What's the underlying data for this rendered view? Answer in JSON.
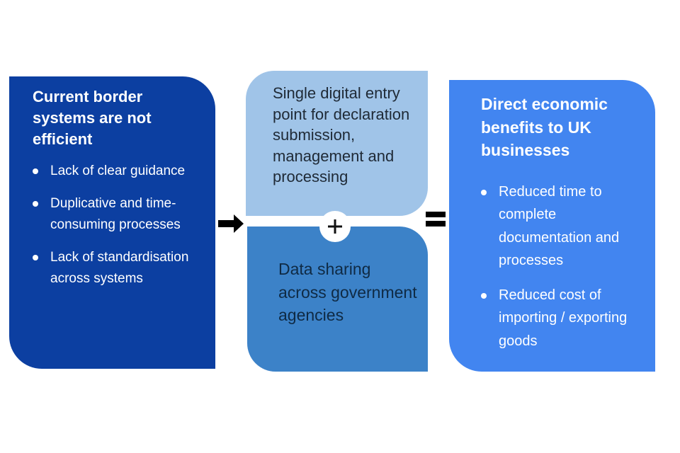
{
  "diagram": {
    "left": {
      "heading": "Current border systems are not efficient",
      "bullets": [
        "Lack of clear guidance",
        "Duplicative and time-consuming processes",
        "Lack of standardisation across systems"
      ],
      "color": "#0c3fa1"
    },
    "middle_top": {
      "text": "Single digital entry point for declaration submission, management and processing",
      "color": "#a0c4e8"
    },
    "middle_bottom": {
      "text": "Data sharing across government agencies",
      "color": "#3c82c8"
    },
    "right": {
      "heading": "Direct economic benefits to UK businesses",
      "bullets": [
        "Reduced time to complete documentation and processes",
        "Reduced cost of importing / exporting goods"
      ],
      "color": "#4285f0"
    },
    "operators": {
      "arrow": "arrow-right-icon",
      "plus": "plus-icon",
      "equals": "equals-icon"
    }
  }
}
